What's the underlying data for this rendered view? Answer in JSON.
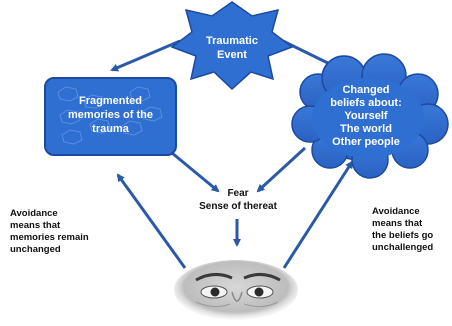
{
  "nodes": {
    "trauma_event": "Traumatic\nEvent",
    "fragmented_memories": "Fragmented\nmemories of the\ntrauma",
    "changed_beliefs": "Changed\nbeliefs about:\nYourself\nThe world\nOther people",
    "fear": "Fear\nSense of thereat"
  },
  "notes": {
    "left": "Avoidance\nmeans that\nmemories remain\nunchanged",
    "right": "Avoidance\nmeans that\nthe beliefs go\nunchallenged"
  },
  "colors": {
    "primary_blue": "#2f6fd1",
    "border_blue": "#1c4aa0",
    "arrow_blue": "#2a5aa6"
  },
  "icons": {
    "eyes": "eyes-face-icon"
  }
}
